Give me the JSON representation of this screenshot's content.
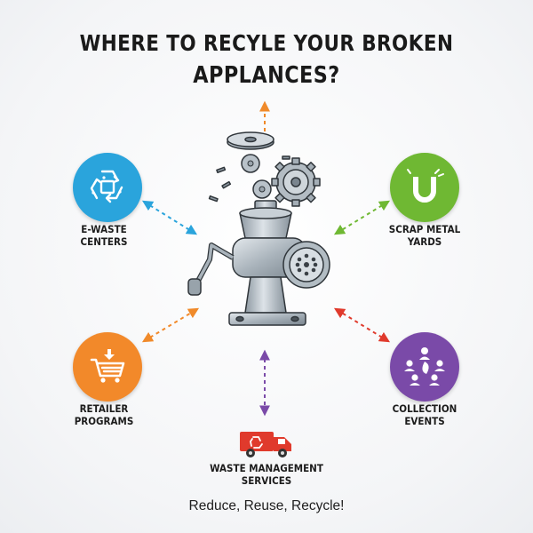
{
  "title": {
    "line1": "WHERE TO RECYLE YOUR BROKEN",
    "line2": "APPLANCES?"
  },
  "center": {
    "icon": "meat-grinder-exploded-icon"
  },
  "nodes": {
    "ewaste": {
      "line1": "E-WASTE",
      "line2": "CENTERS",
      "color": "#2aa4dc",
      "icon": "recycle-circuit-icon"
    },
    "scrap": {
      "line1": "SCRAP METAL",
      "line2": "YARDS",
      "color": "#6fb833",
      "icon": "magnet-icon"
    },
    "retail": {
      "line1": "RETAILER",
      "line2": "PROGRAMS",
      "color": "#f2892a",
      "icon": "shopping-cart-icon"
    },
    "collect": {
      "line1": "COLLECTION",
      "line2": "EVENTS",
      "color": "#7a4aa8",
      "icon": "community-leaf-icon"
    },
    "waste": {
      "line1": "WASTE MANAGEMENT",
      "line2": "SERVICES",
      "color": "#e03a2c",
      "icon": "recycling-truck-icon"
    }
  },
  "arrow_colors": {
    "top": "#f08a2a",
    "ewaste": "#2aa4dc",
    "scrap": "#6fb833",
    "retail": "#f2892a",
    "collect": "#e03a2c",
    "bottom": "#7a4aa8"
  },
  "tagline": "Reduce, Reuse, Recycle!"
}
